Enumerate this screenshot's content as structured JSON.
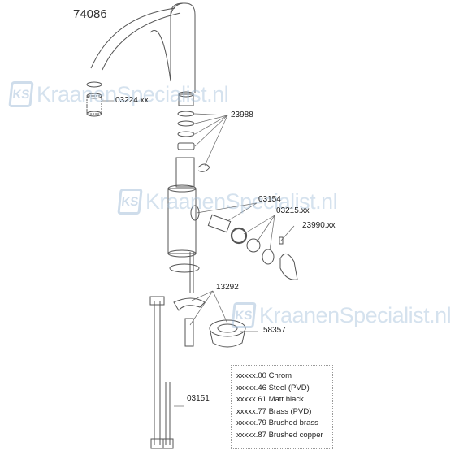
{
  "article_number": "74086",
  "parts": [
    {
      "id": "aerator",
      "label": "03224.xx"
    },
    {
      "id": "o-rings",
      "label": "23988"
    },
    {
      "id": "cartridge-cover",
      "label": "03154"
    },
    {
      "id": "cartridge",
      "label": "03215.xx"
    },
    {
      "id": "lever",
      "label": "23990.xx"
    },
    {
      "id": "mounting-set",
      "label": "13292"
    },
    {
      "id": "base-ring",
      "label": "58357"
    },
    {
      "id": "hoses",
      "label": "03151"
    }
  ],
  "legend": [
    "xxxxx.00 Chrom",
    "xxxxx.46 Steel (PVD)",
    "xxxxx.61 Matt black",
    "xxxxx.77 Brass (PVD)",
    "xxxxx.79 Brushed brass",
    "xxxxx.87 Brushed copper"
  ],
  "watermark": {
    "logo": "KS",
    "text": "KraanenSpecialist.nl"
  },
  "colors": {
    "line": "#555555",
    "watermark": "#9dbbd8"
  }
}
